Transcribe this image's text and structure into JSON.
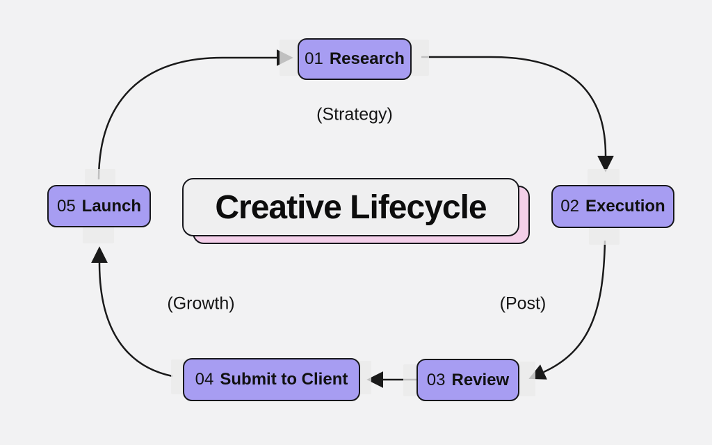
{
  "title": {
    "text": "Creative Lifecycle"
  },
  "nodes": [
    {
      "number": "01",
      "label": "Research"
    },
    {
      "number": "02",
      "label": "Execution"
    },
    {
      "number": "03",
      "label": "Review"
    },
    {
      "number": "04",
      "label": "Submit to Client"
    },
    {
      "number": "05",
      "label": "Launch"
    }
  ],
  "annotations": [
    {
      "text": "(Strategy)"
    },
    {
      "text": "(Post)"
    },
    {
      "text": "(Growth)"
    }
  ],
  "colors": {
    "background": "#f2f2f3",
    "node_fill": "#a79df2",
    "node_border": "#17171c",
    "title_fill": "#efeff0",
    "title_shadow": "#f3cfe9",
    "arrow": "#1a1a1a",
    "tape": "#eaeaea",
    "text": "#111111"
  }
}
